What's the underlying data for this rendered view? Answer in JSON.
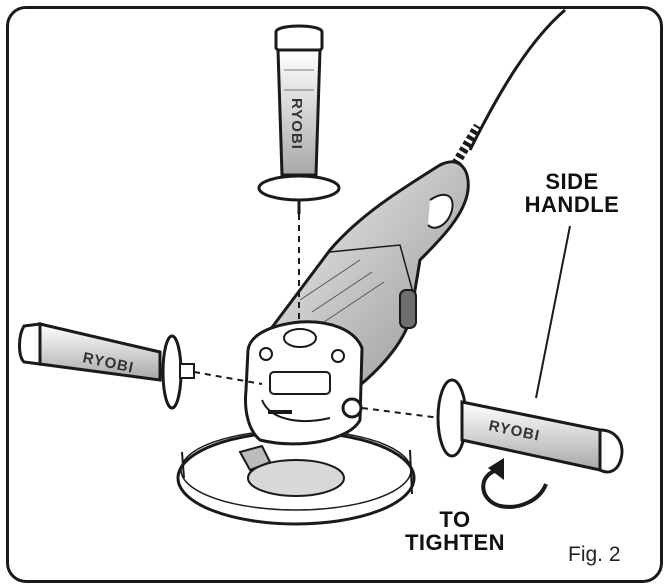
{
  "labels": {
    "side_handle_line1": "SIDE",
    "side_handle_line2": "HANDLE",
    "to_tighten_line1": "TO",
    "to_tighten_line2": "TIGHTEN",
    "figure": "Fig. 2",
    "brand": "RYOBI"
  },
  "colors": {
    "line": "#1a1a1a",
    "fill": "#ffffff",
    "shade": "#9a9a9a",
    "dark": "#3a3a3a"
  }
}
